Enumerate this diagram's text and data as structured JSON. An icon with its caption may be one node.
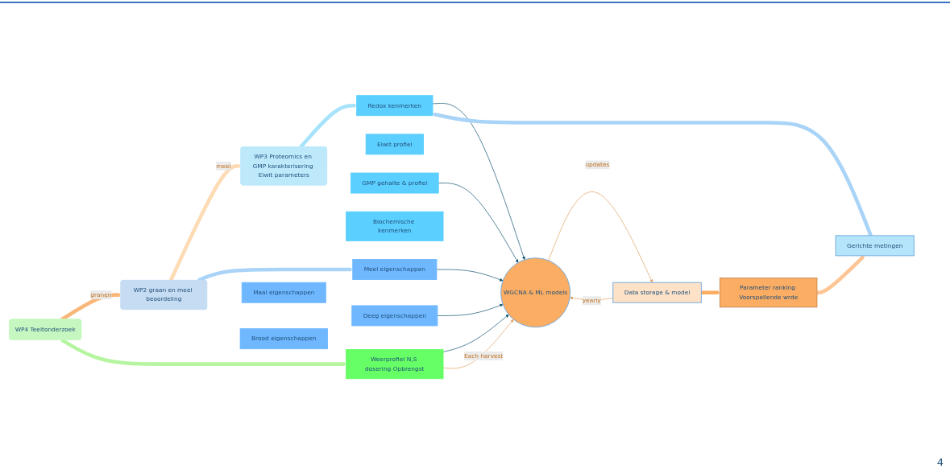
{
  "diagram": {
    "nodes": [
      {
        "text": [
          "WP4 Teeltonderzoek"
        ]
      },
      {
        "text": [
          "WP2 graan en meel beoordeling"
        ]
      },
      {
        "text": [
          "WP3 Proteomics en GMP karakterisering Eiwit parameters"
        ]
      },
      {
        "text": [
          "Weerprofiel N,S dosering Opbrengst"
        ]
      },
      {
        "text": [
          "Maal eigenschappen"
        ]
      },
      {
        "text": [
          "Meel eigenschappen"
        ]
      },
      {
        "text": [
          "Deeg eigenschappen"
        ]
      },
      {
        "text": [
          "Brood eigenschappen"
        ]
      },
      {
        "text": [
          "Eiwit profiel"
        ]
      },
      {
        "text": [
          "GMP gehalte & profiel"
        ]
      },
      {
        "text": [
          "Redox kenmerken"
        ]
      },
      {
        "text": [
          "Biochemische kenmerken"
        ]
      },
      {
        "text": [
          "WGCNA & ML models"
        ]
      },
      {
        "text": [
          "Data storage & model"
        ]
      },
      {
        "text": [
          "Parameter ranking Voorspellende wrde"
        ]
      },
      {
        "text": [
          "Gerichte metingen"
        ]
      }
    ],
    "edges": [
      {
        "from": 0,
        "to": 1,
        "arrow": "to",
        "label": "granen",
        "style": "thick",
        "color": "#f9b77a"
      },
      {
        "from": 1,
        "to": 2,
        "arrow": "to",
        "label": "meel",
        "style": "thick",
        "color": "#fddcb5"
      },
      {
        "from": 0,
        "to": 3,
        "arrow": "to",
        "style": "thick",
        "color": "#b6f5a0"
      },
      {
        "from": 1,
        "to": 5,
        "arrow": "to",
        "style": "thick",
        "color": "#a9d4f7"
      },
      {
        "from": 2,
        "to": 10,
        "arrow": "to",
        "style": "thick",
        "color": "#a6e3fa"
      },
      {
        "from": 3,
        "to": 12,
        "arrow": "to"
      },
      {
        "from": 5,
        "to": 12,
        "arrow": "to"
      },
      {
        "from": 6,
        "to": 12,
        "arrow": "to"
      },
      {
        "from": 9,
        "to": 12,
        "arrow": "to"
      },
      {
        "from": 10,
        "to": 12,
        "arrow": "to"
      },
      {
        "from": 3,
        "to": 12,
        "arrow": "to",
        "label": "Each harvest",
        "color": "#e0a060"
      },
      {
        "from": 12,
        "to": 13,
        "arrow": "to",
        "label": "updates",
        "color": "#e0a060"
      },
      {
        "from": 13,
        "to": 12,
        "arrow": "to",
        "label": "yearly",
        "color": "#e0a060"
      },
      {
        "from": 13,
        "to": 14,
        "arrow": "to",
        "style": "thick",
        "color": "#fbad63"
      },
      {
        "from": 14,
        "to": 15,
        "arrow": "to",
        "style": "thick",
        "color": "#fdc494"
      },
      {
        "from": 15,
        "to": 10,
        "arrow": "to",
        "style": "thick",
        "color": "#a9d4f7"
      }
    ],
    "labels": [
      "4"
    ]
  }
}
